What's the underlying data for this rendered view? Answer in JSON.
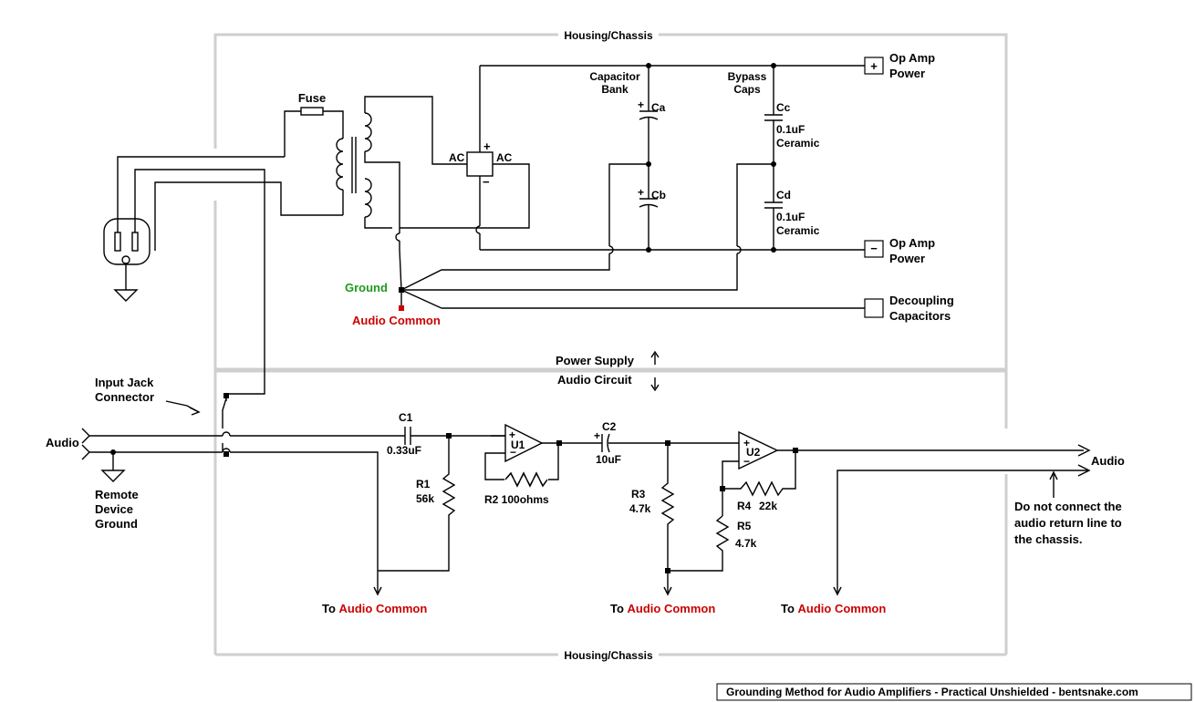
{
  "labels": {
    "housing_top": "Housing/Chassis",
    "housing_bottom": "Housing/Chassis",
    "fuse": "Fuse",
    "ac_left": "AC",
    "ac_right": "AC",
    "capacitor_bank_line1": "Capacitor",
    "capacitor_bank_line2": "Bank",
    "bypass_caps_line1": "Bypass",
    "bypass_caps_line2": "Caps",
    "ca": "Ca",
    "cb": "Cb",
    "cc": "Cc",
    "cd": "Cd",
    "cc_value_line1": "0.1uF",
    "cc_value_line2": "Ceramic",
    "cd_value_line1": "0.1uF",
    "cd_value_line2": "Ceramic",
    "op_amp_pos_line1": "Op Amp",
    "op_amp_pos_line2": "Power",
    "op_amp_neg_line1": "Op Amp",
    "op_amp_neg_line2": "Power",
    "decoupling_line1": "Decoupling",
    "decoupling_line2": "Capacitors",
    "ground": "Ground",
    "audio_common": "Audio Common",
    "power_supply": "Power Supply",
    "audio_circuit": "Audio Circuit",
    "input_jack_line1": "Input Jack",
    "input_jack_line2": "Connector",
    "audio_in": "Audio",
    "audio_out": "Audio",
    "remote_line1": "Remote",
    "remote_line2": "Device",
    "remote_line3": "Ground",
    "c1": "C1",
    "c1_value": "0.33uF",
    "r1": "R1",
    "r1_value": "56k",
    "u1": "U1",
    "r2": "R2 100ohms",
    "c2": "C2",
    "c2_value": "10uF",
    "r3": "R3",
    "r3_value": "4.7k",
    "u2": "U2",
    "r4": "R4",
    "r4_value": "22k",
    "r5": "R5",
    "r5_value": "4.7k",
    "do_not_line1": "Do not connect the",
    "do_not_line2": "audio return line to",
    "do_not_line3": "the chassis.",
    "to_prefix_1": "To ",
    "to_common_1": "Audio Common",
    "to_prefix_2": "To ",
    "to_common_2": "Audio Common",
    "to_prefix_3": "To ",
    "to_common_3": "Audio Common",
    "plus_symbol": "+",
    "minus_symbol": "−",
    "caption": "Grounding Method for Audio Amplifiers - Practical Unshielded - bentsnake.com"
  },
  "colors": {
    "wire": "#000000",
    "housing": "#cfcfcf",
    "ground_label": "#1d9a1d",
    "audio_common": "#cc0000"
  }
}
